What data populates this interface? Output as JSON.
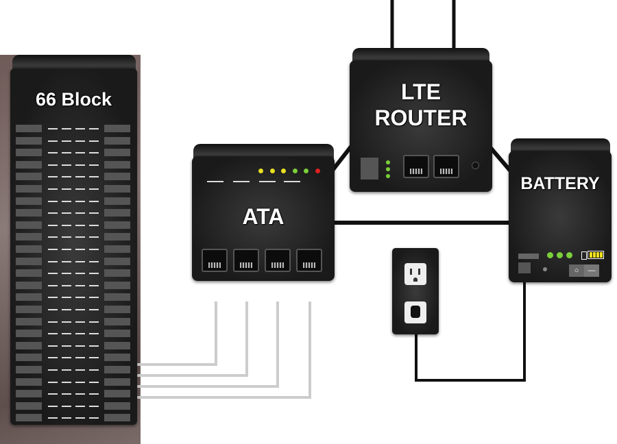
{
  "block": {
    "title": "66 Block",
    "rows": 25
  },
  "ata": {
    "title": "ATA",
    "leds": [
      "#e8e020",
      "#e8e020",
      "#e8e020",
      "#7ccf3a",
      "#7ccf3a",
      "#e02020"
    ]
  },
  "router": {
    "title_line1": "LTE",
    "title_line2": "ROUTER",
    "leds": [
      "#7ccf3a",
      "#7ccf3a",
      "#7ccf3a"
    ]
  },
  "battery": {
    "title": "BATTERY",
    "leds": [
      "#7ccf3a",
      "#7ccf3a",
      "#7ccf3a"
    ],
    "charge_bars": 4,
    "switch_on": "○",
    "switch_off": "—"
  },
  "colors": {
    "device": "#1e1e1e",
    "phone_wire": "#d0d0d0",
    "power_wire": "#111111"
  }
}
